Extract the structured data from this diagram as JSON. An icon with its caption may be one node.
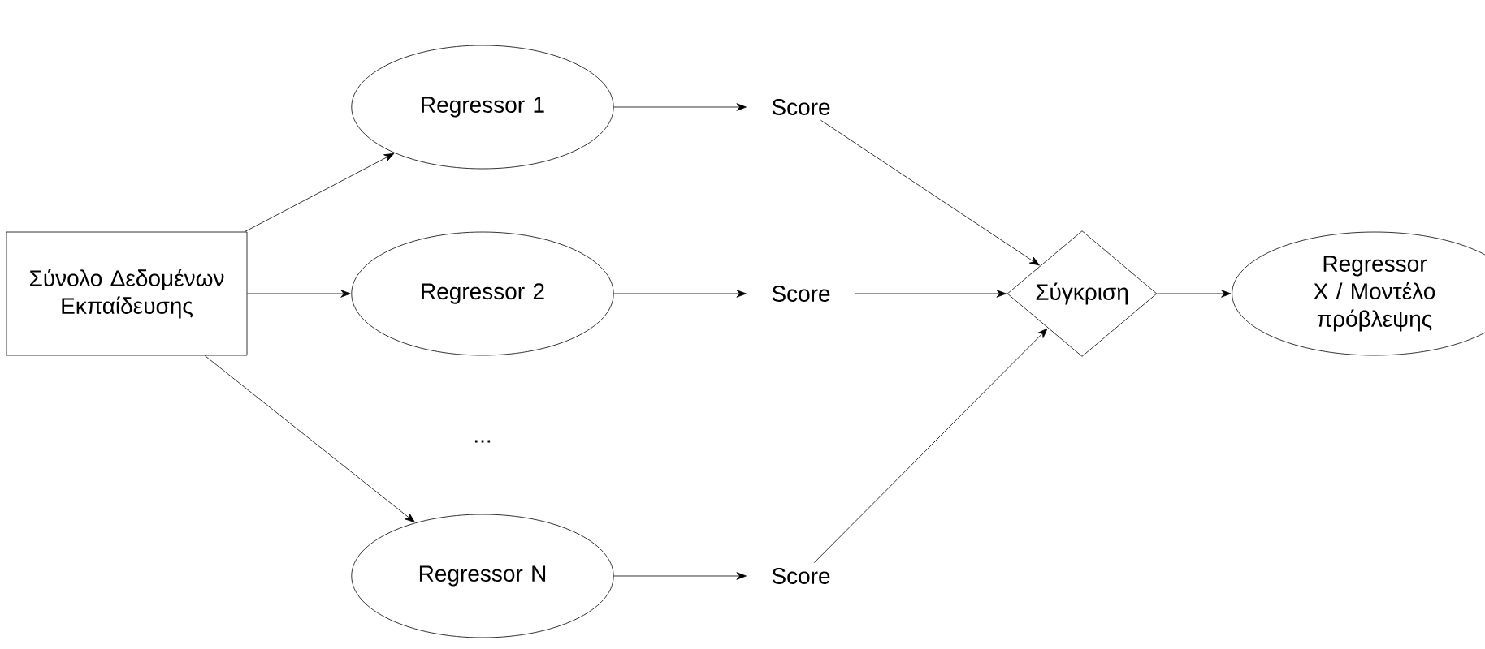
{
  "diagram": {
    "nodes": [
      {
        "text": [
          "Σύνολο Δεδομένων Εκπαίδευσης"
        ]
      },
      {
        "text": [
          "Regressor 1"
        ]
      },
      {
        "text": [
          "Regressor 2"
        ]
      },
      {
        "text": [
          "Regressor N"
        ]
      },
      {
        "text": [
          "Score"
        ]
      },
      {
        "text": [
          "Score"
        ]
      },
      {
        "text": [
          "Score"
        ]
      },
      {
        "text": [
          "Σύγκριση"
        ]
      },
      {
        "text": [
          "Regressor X / Μοντέλο πρόβλεψης"
        ]
      }
    ],
    "edges": [
      {
        "from": 0,
        "to": 1,
        "arrow": "to"
      },
      {
        "from": 0,
        "to": 2,
        "arrow": "to"
      },
      {
        "from": 0,
        "to": 3,
        "arrow": "to"
      },
      {
        "from": 1,
        "to": 4,
        "arrow": "to"
      },
      {
        "from": 2,
        "to": 5,
        "arrow": "to"
      },
      {
        "from": 3,
        "to": 6,
        "arrow": "to"
      },
      {
        "from": 4,
        "to": 7,
        "arrow": "to"
      },
      {
        "from": 5,
        "to": 7,
        "arrow": "to"
      },
      {
        "from": 6,
        "to": 7,
        "arrow": "to"
      },
      {
        "from": 7,
        "to": 8,
        "arrow": "to"
      }
    ],
    "labels": [
      "..."
    ]
  }
}
